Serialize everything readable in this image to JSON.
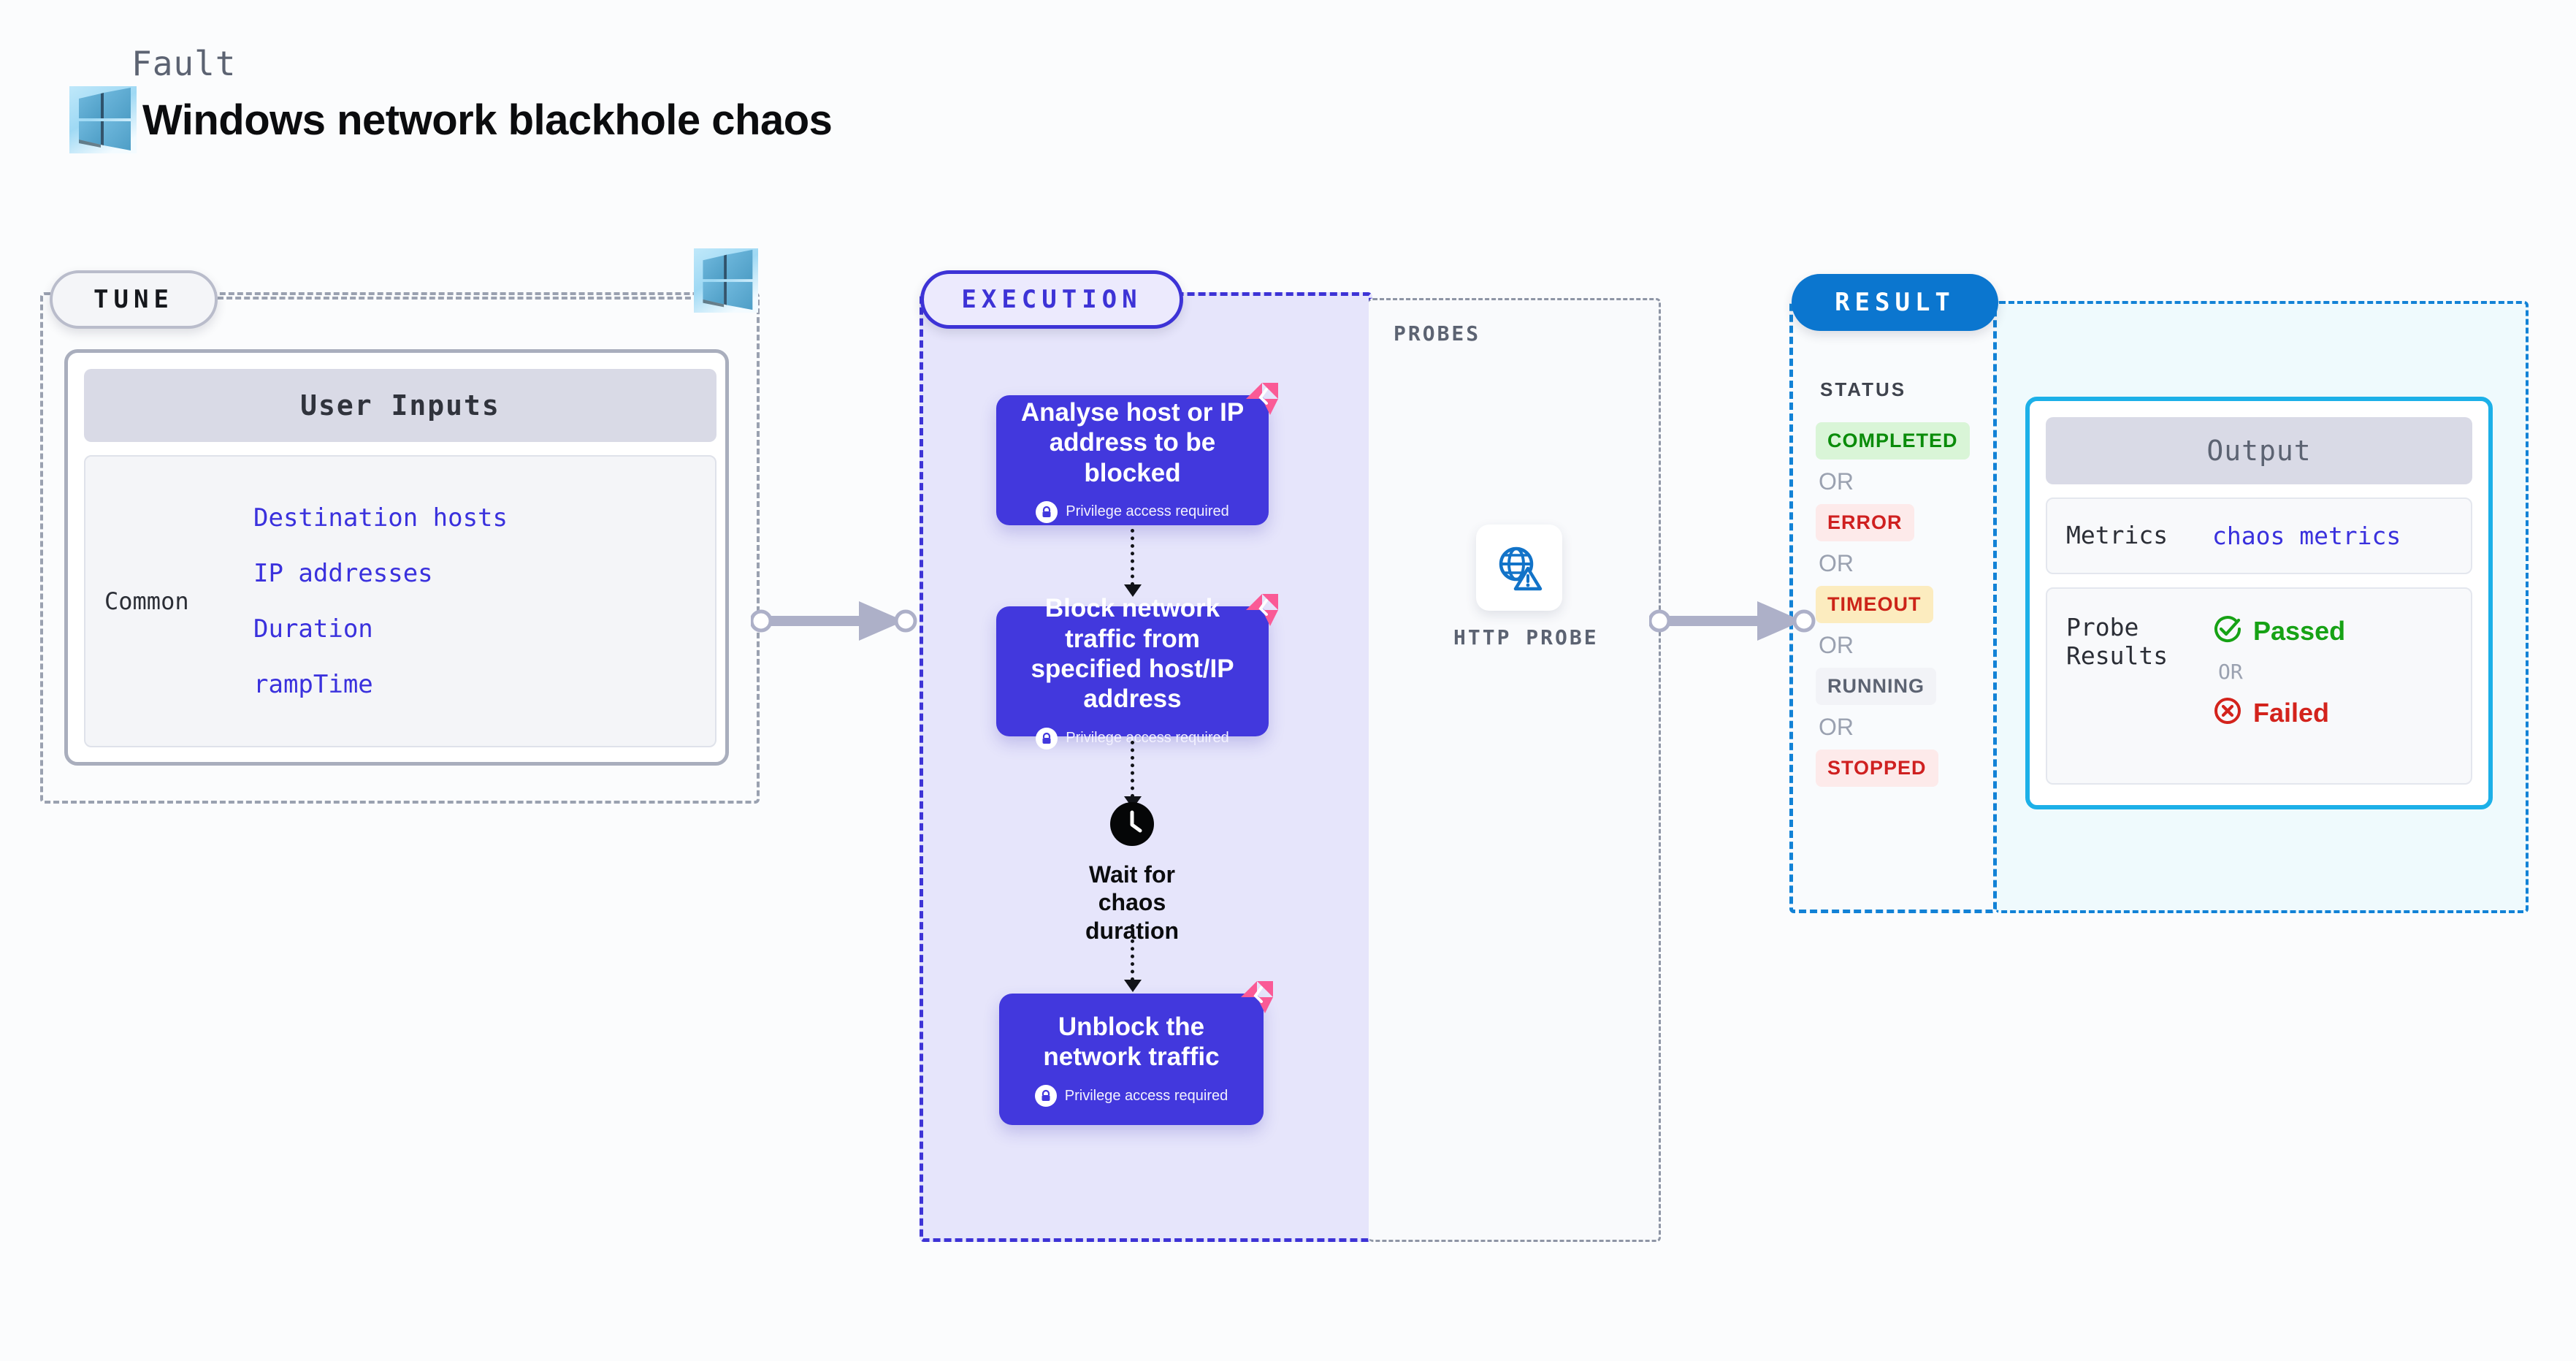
{
  "header": {
    "fault_label": "Fault",
    "title": "Windows network blackhole chaos",
    "platform_icon": "windows-logo-icon"
  },
  "tune": {
    "badge": "TUNE",
    "platform_icon": "windows-logo-icon",
    "card_header": "User Inputs",
    "group_name": "Common",
    "params": [
      "Destination hosts",
      "IP addresses",
      "Duration",
      "rampTime"
    ]
  },
  "execution": {
    "badge": "EXECUTION",
    "privilege_note": "Privilege access required",
    "steps": [
      {
        "title": "Analyse host or IP address to be blocked",
        "privilege": "Privilege access required",
        "badge_icon": "litmus-chaos-icon",
        "lock_icon": "lock-icon"
      },
      {
        "title": "Block network traffic from specified host/IP address",
        "privilege": "Privilege access required",
        "badge_icon": "litmus-chaos-icon",
        "lock_icon": "lock-icon"
      },
      {
        "title": "Unblock the network traffic",
        "privilege": "Privilege access required",
        "badge_icon": "litmus-chaos-icon",
        "lock_icon": "lock-icon"
      }
    ],
    "wait_node": {
      "icon": "clock-icon",
      "label": "Wait for chaos duration"
    }
  },
  "probes": {
    "label": "PROBES",
    "items": [
      {
        "icon": "globe-warning-icon",
        "label": "HTTP PROBE"
      }
    ]
  },
  "result": {
    "badge": "RESULT",
    "status_title": "STATUS",
    "or_text": "OR",
    "statuses": [
      {
        "label": "COMPLETED",
        "bg": "#d9f5d7",
        "fg": "#0a8c0a"
      },
      {
        "label": "ERROR",
        "bg": "#fdeaea",
        "fg": "#cf2020"
      },
      {
        "label": "TIMEOUT",
        "bg": "#fcecbf",
        "fg": "#cc2418"
      },
      {
        "label": "RUNNING",
        "bg": "#f2f3f7",
        "fg": "#5c6372"
      },
      {
        "label": "STOPPED",
        "bg": "#fdeaea",
        "fg": "#cf2020"
      }
    ],
    "output": {
      "header": "Output",
      "metrics_key": "Metrics",
      "metrics_value": "chaos metrics",
      "probe_results_key": "Probe Results",
      "passed_label": "Passed",
      "failed_label": "Failed",
      "or_text": "OR",
      "passed_icon": "check-circle-icon",
      "failed_icon": "x-circle-icon"
    }
  },
  "connectors": {
    "tune_to_execution": "arrow-right",
    "probes_to_result": "arrow-right"
  },
  "colors": {
    "execution_purple": "#4238dd",
    "result_blue": "#0b76cf",
    "output_border": "#1cb0e8",
    "litmus_pink": "#fa5a96",
    "param_text": "#3a31dd"
  }
}
